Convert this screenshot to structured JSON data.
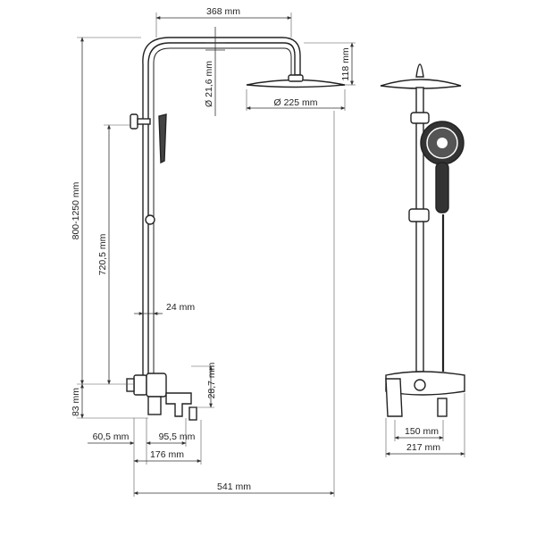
{
  "side_view": {
    "dims": {
      "top_width": "368 mm",
      "head_height": "118 mm",
      "pipe_diameter": "Ø 21,6 mm",
      "head_diameter": "Ø 225 mm",
      "total_height": "800-1250 mm",
      "bar_length": "720,5 mm",
      "bar_offset": "24 mm",
      "spout_height": "28,7 mm",
      "mixer_height": "83 mm",
      "wall_depth": "60,5 mm",
      "spout_length": "95,5 mm",
      "mixer_depth": "176 mm",
      "total_depth": "541 mm"
    }
  },
  "front_view": {
    "dims": {
      "mixer_inner": "150 mm",
      "mixer_outer": "217 mm"
    }
  }
}
